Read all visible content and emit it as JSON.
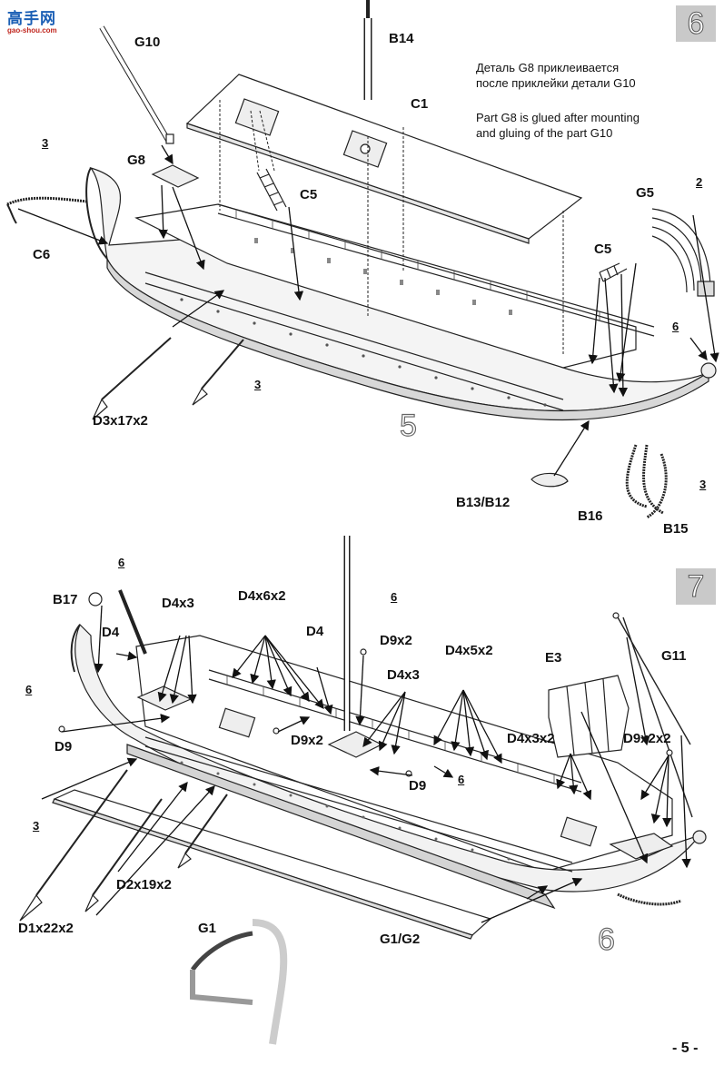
{
  "logo": {
    "chars": "高手网",
    "url": "gao-shou.com"
  },
  "steps": {
    "top": "6",
    "bottom": "7"
  },
  "notes": {
    "ru_line1": "Деталь G8 приклеивается",
    "ru_line2": "после приклейки детали G10",
    "en_line1": "Part G8  is glued after mounting",
    "en_line2": "and gluing of the part G10"
  },
  "top_labels": {
    "g10": "G10",
    "b14": "B14",
    "c1": "C1",
    "g8": "G8",
    "c5a": "C5",
    "c5b": "C5",
    "g5": "G5",
    "n2": "2",
    "n3a": "3",
    "c6": "C6",
    "n6a": "6",
    "d3": "D3x17x2",
    "n3b": "3",
    "n5": "5",
    "b13": "B13/B12",
    "b16": "B16",
    "b15": "B15",
    "n3c": "3"
  },
  "bottom_labels": {
    "n6b": "6",
    "b17": "B17",
    "d4x3a": "D4x3",
    "d4x6x2": "D4x6x2",
    "n6c": "6",
    "d4a": "D4",
    "d4b": "D4",
    "d9x2a": "D9x2",
    "d4x5x2": "D4x5x2",
    "e3": "E3",
    "g11": "G11",
    "n6d": "6",
    "d9a": "D9",
    "d4x3b": "D4x3",
    "d9x2b": "D9x2",
    "d4x3x2": "D4x3x2",
    "d9x2x2": "D9x2x2",
    "d9b": "D9",
    "n6e": "6",
    "n3d": "3",
    "d2": "D2x19x2",
    "d1": "D1x22x2",
    "g1": "G1",
    "g1g2": "G1/G2",
    "n6f": "6"
  },
  "page_number": "- 5 -"
}
